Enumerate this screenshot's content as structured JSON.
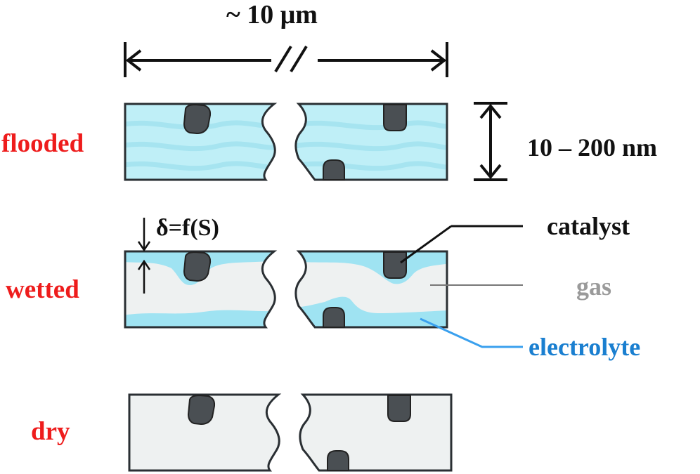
{
  "labels": {
    "length": "~ 10  μm",
    "thickness": "10 – 200 nm",
    "delta": "δ=f(S)"
  },
  "states": [
    {
      "name": "flooded"
    },
    {
      "name": "wetted"
    },
    {
      "name": "dry"
    }
  ],
  "legend": {
    "catalyst": "catalyst",
    "gas": "gas",
    "electrolyte": "electrolyte"
  },
  "colors": {
    "state_label": "#ee1c1c",
    "electrolyte_fill": "#bfeff7",
    "electrolyte_wave": "#a6e4f0",
    "electrolyte_film": "#9fe3f2",
    "gas_fill": "#eef1f1",
    "catalyst": "#4a4f53",
    "outline": "#2a2f33",
    "gas_label": "#9a9a9a",
    "electrolyte_label": "#1a7fd0",
    "electrolyte_leader": "#3aa0ee"
  }
}
